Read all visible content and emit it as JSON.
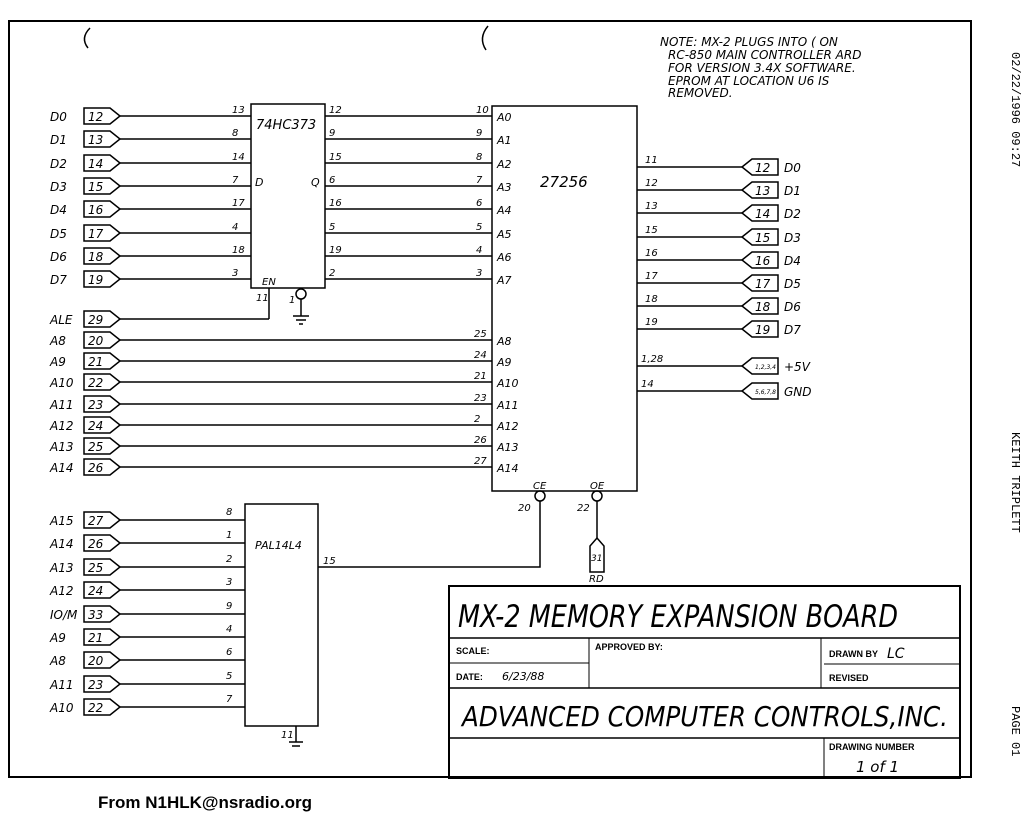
{
  "note": {
    "lines": [
      "NOTE: MX-2 PLUGS INTO ( ON",
      "RC-850 MAIN CONTROLLER ARD",
      "FOR VERSION 3.4X SOFTWARE.",
      "EPROM AT LOCATION U6 IS",
      "REMOVED."
    ]
  },
  "latch": {
    "part": "74HC373",
    "d_label": "D",
    "q_label": "Q",
    "en_label": "EN",
    "en_pin": "11",
    "gnd_pin": "1"
  },
  "eprom": {
    "part": "27256",
    "addr_inputs": [
      "A0",
      "A1",
      "A2",
      "A3",
      "A4",
      "A5",
      "A6",
      "A7",
      "A8",
      "A9",
      "A10",
      "A11",
      "A12",
      "A13",
      "A14"
    ],
    "addr_pins": [
      "10",
      "9",
      "8",
      "7",
      "6",
      "5",
      "4",
      "3",
      "25",
      "24",
      "21",
      "23",
      "2",
      "26",
      "27"
    ],
    "ce_label": "CE",
    "ce_pin": "20",
    "oe_label": "OE",
    "oe_pin": "22"
  },
  "data_in": [
    {
      "name": "D0",
      "conn": "12",
      "in_pin": "13",
      "out_pin": "12"
    },
    {
      "name": "D1",
      "conn": "13",
      "in_pin": "8",
      "out_pin": "9"
    },
    {
      "name": "D2",
      "conn": "14",
      "in_pin": "14",
      "out_pin": "15"
    },
    {
      "name": "D3",
      "conn": "15",
      "in_pin": "7",
      "out_pin": "6"
    },
    {
      "name": "D4",
      "conn": "16",
      "in_pin": "17",
      "out_pin": "16"
    },
    {
      "name": "D5",
      "conn": "17",
      "in_pin": "4",
      "out_pin": "5"
    },
    {
      "name": "D6",
      "conn": "18",
      "in_pin": "18",
      "out_pin": "19"
    },
    {
      "name": "D7",
      "conn": "19",
      "in_pin": "3",
      "out_pin": "2"
    }
  ],
  "ale": {
    "name": "ALE",
    "conn": "29"
  },
  "addr_in": [
    {
      "name": "A8",
      "conn": "20"
    },
    {
      "name": "A9",
      "conn": "21"
    },
    {
      "name": "A10",
      "conn": "22"
    },
    {
      "name": "A11",
      "conn": "23"
    },
    {
      "name": "A12",
      "conn": "24"
    },
    {
      "name": "A13",
      "conn": "25"
    },
    {
      "name": "A14",
      "conn": "26"
    }
  ],
  "data_out": [
    {
      "name": "D0",
      "conn": "12",
      "pin": "11"
    },
    {
      "name": "D1",
      "conn": "13",
      "pin": "12"
    },
    {
      "name": "D2",
      "conn": "14",
      "pin": "13"
    },
    {
      "name": "D3",
      "conn": "15",
      "pin": "15"
    },
    {
      "name": "D4",
      "conn": "16",
      "pin": "16"
    },
    {
      "name": "D5",
      "conn": "17",
      "pin": "17"
    },
    {
      "name": "D6",
      "conn": "18",
      "pin": "18"
    },
    {
      "name": "D7",
      "conn": "19",
      "pin": "19"
    }
  ],
  "power": [
    {
      "name": "+5V",
      "conn": "1,2,3,4",
      "pin": "1,28"
    },
    {
      "name": "GND",
      "conn": "5,6,7,8",
      "pin": "14"
    }
  ],
  "pal": {
    "part": "PAL14L4",
    "out_pin": "15",
    "gnd_pin": "11",
    "inputs": [
      {
        "name": "A15",
        "conn": "27",
        "pin": "8"
      },
      {
        "name": "A14",
        "conn": "26",
        "pin": "1"
      },
      {
        "name": "A13",
        "conn": "25",
        "pin": "2"
      },
      {
        "name": "A12",
        "conn": "24",
        "pin": "3"
      },
      {
        "name": "IO/M",
        "conn": "33",
        "pin": "9"
      },
      {
        "name": "A9",
        "conn": "21",
        "pin": "4"
      },
      {
        "name": "A8",
        "conn": "20",
        "pin": "6"
      },
      {
        "name": "A11",
        "conn": "23",
        "pin": "5"
      },
      {
        "name": "A10",
        "conn": "22",
        "pin": "7"
      }
    ]
  },
  "rd": {
    "name": "RD",
    "conn": "31"
  },
  "title_block": {
    "title": "MX-2 MEMORY EXPANSION BOARD",
    "scale_label": "SCALE:",
    "approved_label": "APPROVED BY:",
    "drawn_label": "DRAWN BY",
    "drawn_value": "LC",
    "date_label": "DATE:",
    "date_value": "6/23/88",
    "revised_label": "REVISED",
    "company": "ADVANCED COMPUTER CONTROLS,INC.",
    "drawing_number_label": "DRAWING NUMBER",
    "drawing_number_value": "1 of 1"
  },
  "margin": {
    "datetime": "02/22/1996 09:27",
    "author": "KEITH TRIPLETT",
    "page": "PAGE 01"
  },
  "footer": "From N1HLK@nsradio.org"
}
